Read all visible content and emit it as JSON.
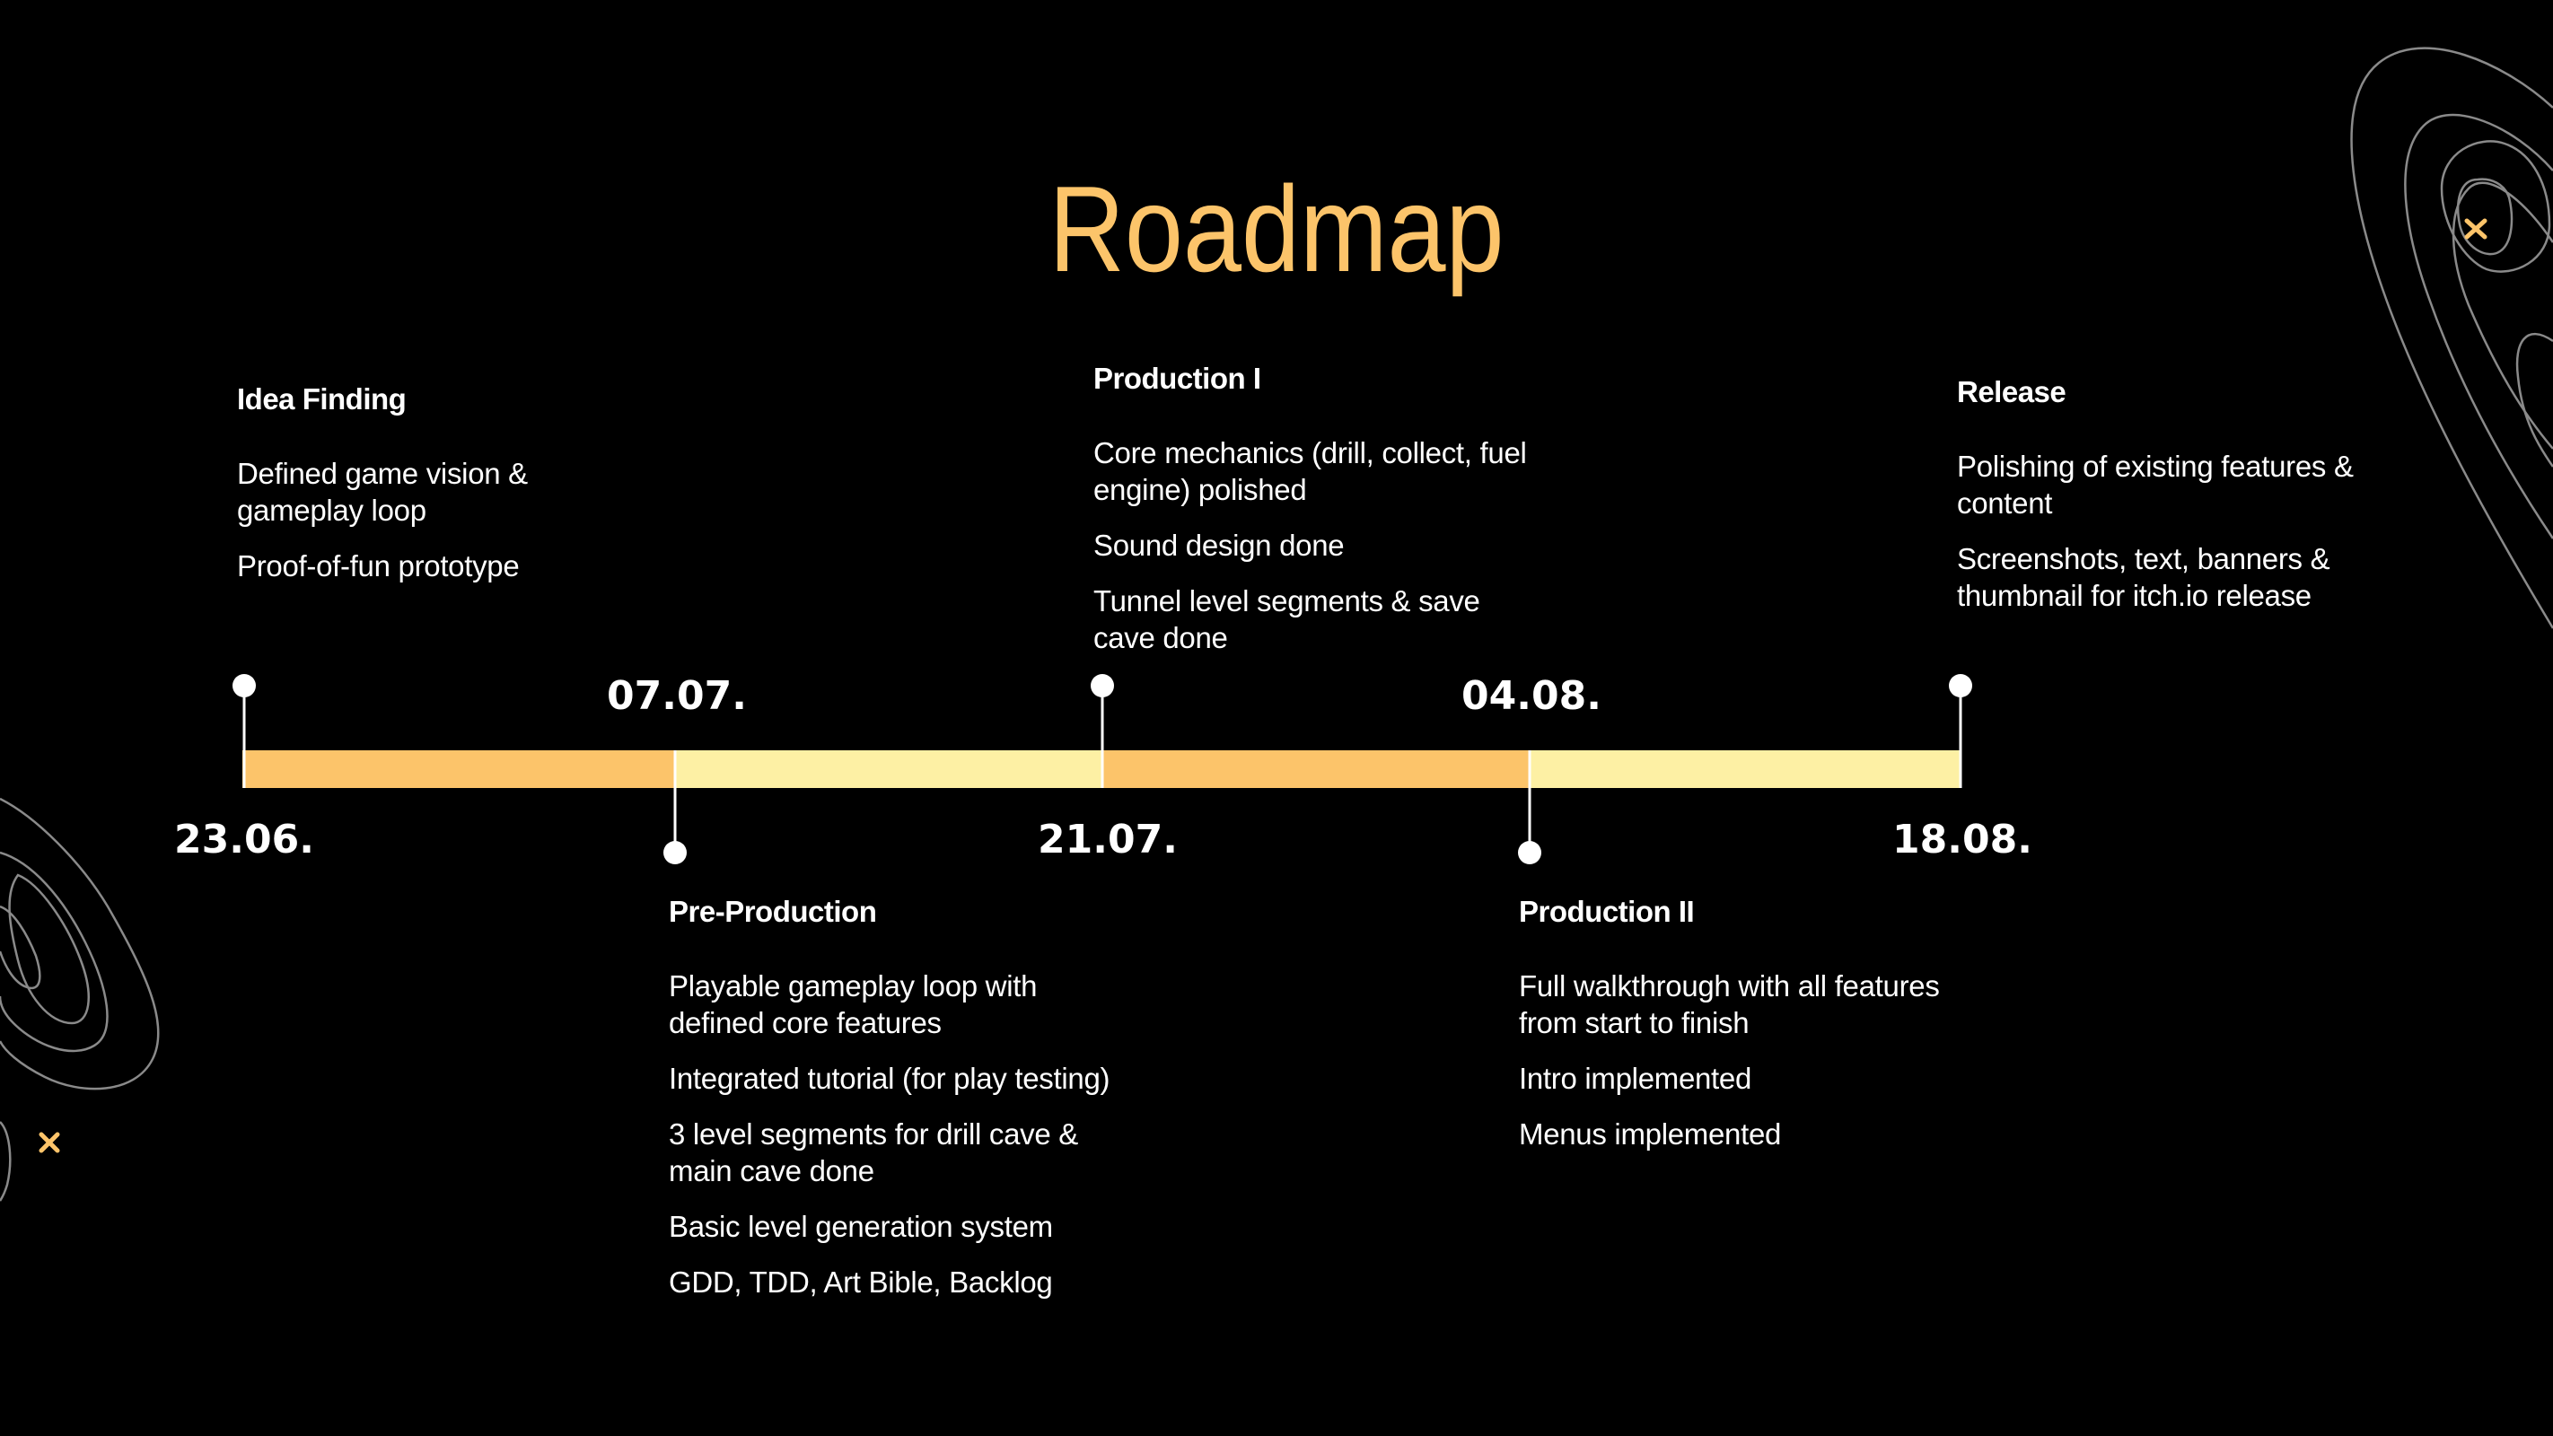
{
  "title": "Roadmap",
  "colors": {
    "background": "#000000",
    "accent": "#fcc46a",
    "bar_dark": "#fcc46a",
    "bar_light": "#fdf0a4",
    "text": "#ffffff",
    "contour": "#8a8a8a"
  },
  "dates": [
    "23.06.",
    "07.07.",
    "21.07.",
    "04.08.",
    "18.08."
  ],
  "phases": [
    {
      "title": "Idea Finding",
      "items": [
        "Defined game vision & gameplay loop",
        "Proof-of-fun prototype"
      ]
    },
    {
      "title": "Pre-Production",
      "items": [
        "Playable gameplay loop with defined core features",
        "Integrated tutorial (for play testing)",
        "3 level segments for drill cave & main cave done",
        "Basic level generation system",
        "GDD, TDD, Art Bible, Backlog"
      ]
    },
    {
      "title": "Production I",
      "items": [
        "Core mechanics (drill, collect, fuel engine) polished",
        "Sound design done",
        "Tunnel level segments & save cave done"
      ]
    },
    {
      "title": "Production II",
      "items": [
        "Full walkthrough with all features from start to finish",
        "Intro implemented",
        "Menus implemented"
      ]
    },
    {
      "title": "Release",
      "items": [
        "Polishing of existing features & content",
        "Screenshots, text, banners & thumbnail for itch.io release"
      ]
    }
  ],
  "decorations": {
    "icons": [
      "contour-lines",
      "x-mark-icon"
    ]
  }
}
